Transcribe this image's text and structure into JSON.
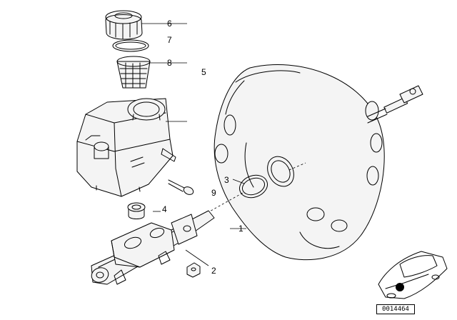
{
  "part_numbers": {
    "brake_booster": "1",
    "sealing_nut": "2",
    "o_ring_small": "3",
    "grommet": "4",
    "reservoir": "5",
    "filler_cap": "6",
    "gasket": "7",
    "strainer": "8",
    "pushrod_seal": "9"
  },
  "reference_code": "0014464"
}
